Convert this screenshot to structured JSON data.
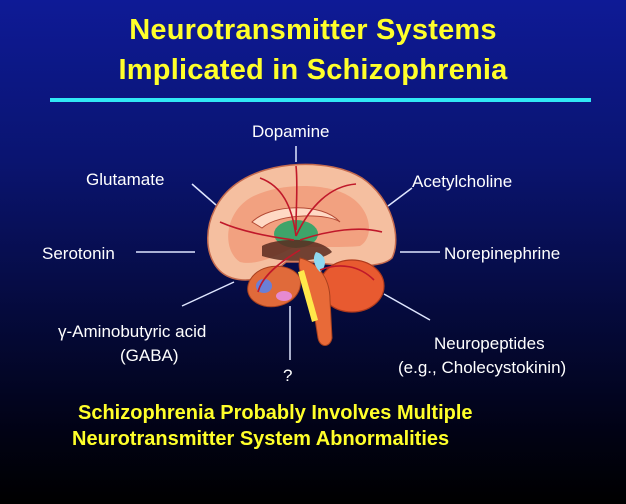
{
  "title": {
    "line1": "Neurotransmitter Systems",
    "line2": "Implicated in Schizophrenia"
  },
  "labels": {
    "dopamine": "Dopamine",
    "glutamate": "Glutamate",
    "acetylcholine": "Acetylcholine",
    "serotonin": "Serotonin",
    "norepinephrine": "Norepinephrine",
    "gaba_line1": "γ-Aminobutyric acid",
    "gaba_line2": "(GABA)",
    "neuropeptides_line1": "Neuropeptides",
    "neuropeptides_line2": "(e.g., Cholecystokinin)",
    "unknown": "?"
  },
  "bottom": {
    "line1": "Schizophrenia Probably Involves Multiple",
    "line2": "Neurotransmitter System Abnormalities"
  },
  "colors": {
    "title": "#ffff2a",
    "rule": "#31e8f5",
    "label": "#ffffff",
    "cortex": "#f5bfa0",
    "brainstem": "#e05a32"
  }
}
